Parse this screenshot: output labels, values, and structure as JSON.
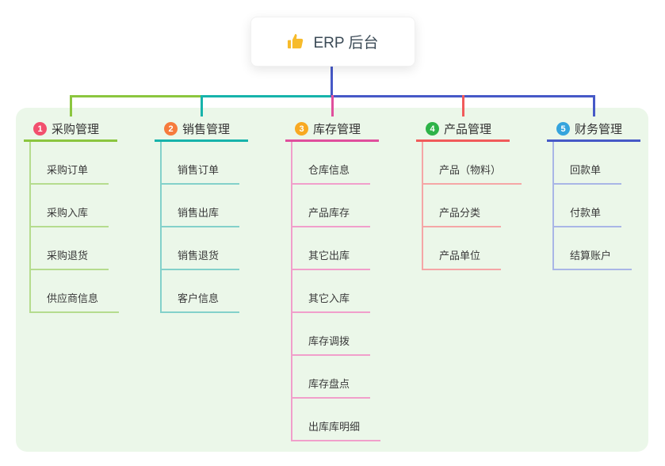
{
  "root": {
    "title": "ERP 后台",
    "icon": "thumbs-up-icon",
    "icon_color": "#f7bb2b",
    "connector_color": "#4659c7"
  },
  "panel": {
    "background": "#ebf7e9"
  },
  "branches": [
    {
      "badge": "1",
      "label": "采购管理",
      "badge_color": "#f2506e",
      "line_color": "#8bc63f",
      "child_line_color": "#b5dc8e",
      "children": [
        "采购订单",
        "采购入库",
        "采购退货",
        "供应商信息"
      ]
    },
    {
      "badge": "2",
      "label": "销售管理",
      "badge_color": "#f67b3d",
      "line_color": "#17b3ab",
      "child_line_color": "#83d1ca",
      "children": [
        "销售订单",
        "销售出库",
        "销售退货",
        "客户信息"
      ]
    },
    {
      "badge": "3",
      "label": "库存管理",
      "badge_color": "#f8a922",
      "line_color": "#e04f9d",
      "child_line_color": "#f19fcb",
      "children": [
        "仓库信息",
        "产品库存",
        "其它出库",
        "其它入库",
        "库存调拨",
        "库存盘点",
        "出库库明细"
      ]
    },
    {
      "badge": "4",
      "label": "产品管理",
      "badge_color": "#2eb348",
      "line_color": "#f15b5b",
      "child_line_color": "#f5a6a6",
      "children": [
        "产品（物料）",
        "产品分类",
        "产品单位"
      ]
    },
    {
      "badge": "5",
      "label": "财务管理",
      "badge_color": "#35a4dd",
      "line_color": "#4659c7",
      "child_line_color": "#a9b6e6",
      "children": [
        "回款单",
        "付款单",
        "结算账户"
      ]
    }
  ]
}
